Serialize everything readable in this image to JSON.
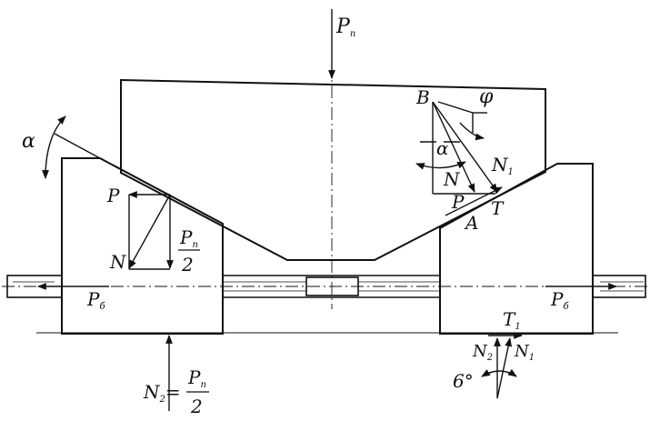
{
  "colors": {
    "ink": "#111111",
    "paper": "#ffffff"
  },
  "labels": {
    "pn": "P",
    "pn_sub": "п",
    "alpha_outer": "α",
    "p_left": "P",
    "n_left": "N",
    "pn_half_num": "P",
    "pn_half_num_sub": "п",
    "pn_half_den": "2",
    "pb_left": "P",
    "pb_left_sub": "б",
    "pb_right": "P",
    "pb_right_sub": "б",
    "b": "B",
    "phi": "φ",
    "alpha_inner": "α",
    "n1_top": "N",
    "n1_top_sub": "1",
    "n_inner": "N",
    "p_inner": "P",
    "t_inner": "T",
    "a_point": "A",
    "n2_eq": "N",
    "n2_eq_sub": "2",
    "n2_eq_sign": "=",
    "n2_eq_num": "P",
    "n2_eq_num_sub": "п",
    "n2_eq_den": "2",
    "t1": "T",
    "t1_sub": "1",
    "n2_bottom": "N",
    "n2_bottom_sub": "2",
    "n1_bottom": "N",
    "n1_bottom_sub": "1",
    "six_deg": "6°"
  }
}
